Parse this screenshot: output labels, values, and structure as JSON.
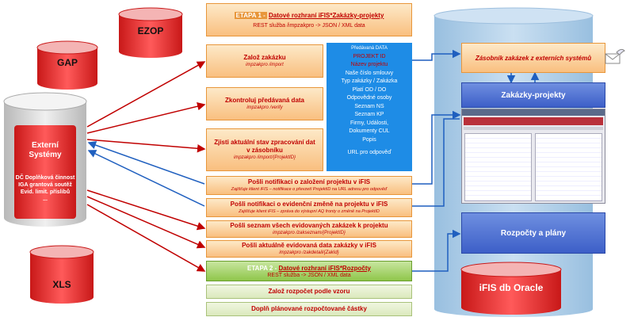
{
  "stage1": {
    "prefix": "ETAPA 1 -",
    "title": "Datové rozhraní iFIS*Zakázky-projekty",
    "subtitle": "REST služba /impzakpro -> JSON / XML data"
  },
  "stage2": {
    "prefix": "ETAPA 2 -",
    "title": "Datové rozhraní iFIS*Rozpočty",
    "subtitle": "REST služba -> JSON / XML data"
  },
  "steps": [
    {
      "title": "Založ zakázku",
      "sub": "impzakpro /import"
    },
    {
      "title": "Zkontroluj předávaná data",
      "sub": "impzakpro /verify"
    },
    {
      "title": "Zjisti aktuální stav zpracování dat v zásobníku",
      "sub": "impzakpro /import/{ProjektID}"
    }
  ],
  "notifications": [
    {
      "title": "Pošli notifikaci o založení projektu v iFIS",
      "sub": "Zajišťuje klient iFIS – notifikace o převzetí ProjektID na URL adresu pro odpověď"
    },
    {
      "title": "Pošli notifikaci o evidenční změně na projektu v iFIS",
      "sub": "Zajišťuje klient iFIS – zpráva do výstupní AQ fronty o změně na ProjektID"
    },
    {
      "title": "Pošli seznam všech evidovaných zakázek k projektu",
      "sub": "impzakpro /zakseznam/{ProjektID}"
    },
    {
      "title": "Pošli aktuálně evidovaná data zakázky v iFIS",
      "sub": "impzakpro /zakdetail/{ZakId}"
    }
  ],
  "stage2_steps": [
    "Založ rozpočet podle vzoru",
    "Doplň plánované rozpočtované částky"
  ],
  "data_panel": {
    "heading": "Předávaná DATA",
    "red_items": [
      "PROJEKT ID",
      "Název projektu"
    ],
    "items": [
      "Naše číslo smlouvy",
      "Typ zakázky / Zakázka",
      "Platí OD / DO",
      "Odpovědné osoby",
      "Seznam NS",
      "Seznam KP",
      "Firmy, Události,",
      "Dokumenty CUL",
      "Popis"
    ],
    "footer": "URL pro odpověď"
  },
  "databases": {
    "gap": "GAP",
    "ezop": "EZOP",
    "xls": "XLS",
    "external": "Externí Systémy",
    "oracle": "iFIS db Oracle"
  },
  "external_items": [
    "DČ Doplňková činnost",
    "IGA grantová soutěž",
    "Evid. limit. příslibů",
    "..."
  ],
  "ifis": {
    "stack": "Zásobník zakázek z externích systémů",
    "projects": "Zakázky-projekty",
    "budgets": "Rozpočty a plány"
  },
  "colors": {
    "arrow": "#c00000",
    "blue_arrow": "#1f5fbf",
    "panel_blue": "#1e8ce6",
    "column": "#a8cbe6"
  }
}
